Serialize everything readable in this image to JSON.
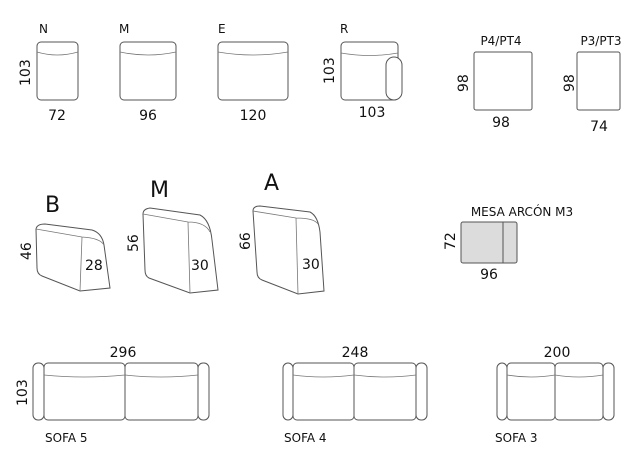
{
  "modules": [
    {
      "name": "N",
      "height": "103",
      "width": "72"
    },
    {
      "name": "M",
      "width": "96"
    },
    {
      "name": "E",
      "width": "120"
    },
    {
      "name": "R",
      "height": "103",
      "width": "103"
    }
  ],
  "poufs": [
    {
      "name": "P4/PT4",
      "height": "98",
      "width": "98"
    },
    {
      "name": "P3/PT3",
      "height": "98",
      "width": "74"
    }
  ],
  "backrests": [
    {
      "name": "B",
      "height": "46",
      "depth": "28"
    },
    {
      "name": "M",
      "height": "56",
      "depth": "30"
    },
    {
      "name": "A",
      "height": "66",
      "depth": "30"
    }
  ],
  "table": {
    "name": "MESA ARCÓN M3",
    "height": "72",
    "width": "96",
    "fill": "#dcdcdc"
  },
  "sofas": [
    {
      "name": "SOFA 5",
      "width": "296",
      "height": "103"
    },
    {
      "name": "SOFA 4",
      "width": "248"
    },
    {
      "name": "SOFA 3",
      "width": "200"
    }
  ]
}
